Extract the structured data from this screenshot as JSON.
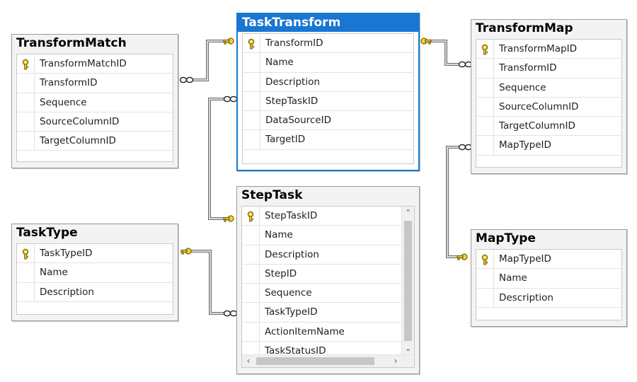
{
  "colors": {
    "selected_title": "#1976d2",
    "connector": "#6e6e6e",
    "key_icon": "#e8c62c"
  },
  "tables": {
    "transformmatch": {
      "title": "TransformMatch",
      "columns": [
        "TransformMatchID",
        "TransformID",
        "Sequence",
        "SourceColumnID",
        "TargetColumnID"
      ]
    },
    "tasktransform": {
      "title": "TaskTransform",
      "columns": [
        "TransformID",
        "Name",
        "Description",
        "StepTaskID",
        "DataSourceID",
        "TargetID"
      ]
    },
    "transformmap": {
      "title": "TransformMap",
      "columns": [
        "TransformMapID",
        "TransformID",
        "Sequence",
        "SourceColumnID",
        "TargetColumnID",
        "MapTypeID"
      ]
    },
    "tasktype": {
      "title": "TaskType",
      "columns": [
        "TaskTypeID",
        "Name",
        "Description"
      ]
    },
    "steptask": {
      "title": "StepTask",
      "columns": [
        "StepTaskID",
        "Name",
        "Description",
        "StepID",
        "Sequence",
        "TaskTypeID",
        "ActionItemName",
        "TaskStatusID"
      ]
    },
    "maptype": {
      "title": "MapType",
      "columns": [
        "MapTypeID",
        "Name",
        "Description"
      ]
    }
  },
  "scroll_icons": {
    "up": "up-arrow-icon",
    "down": "down-arrow-icon",
    "left": "left-arrow-icon",
    "right": "right-arrow-icon"
  }
}
